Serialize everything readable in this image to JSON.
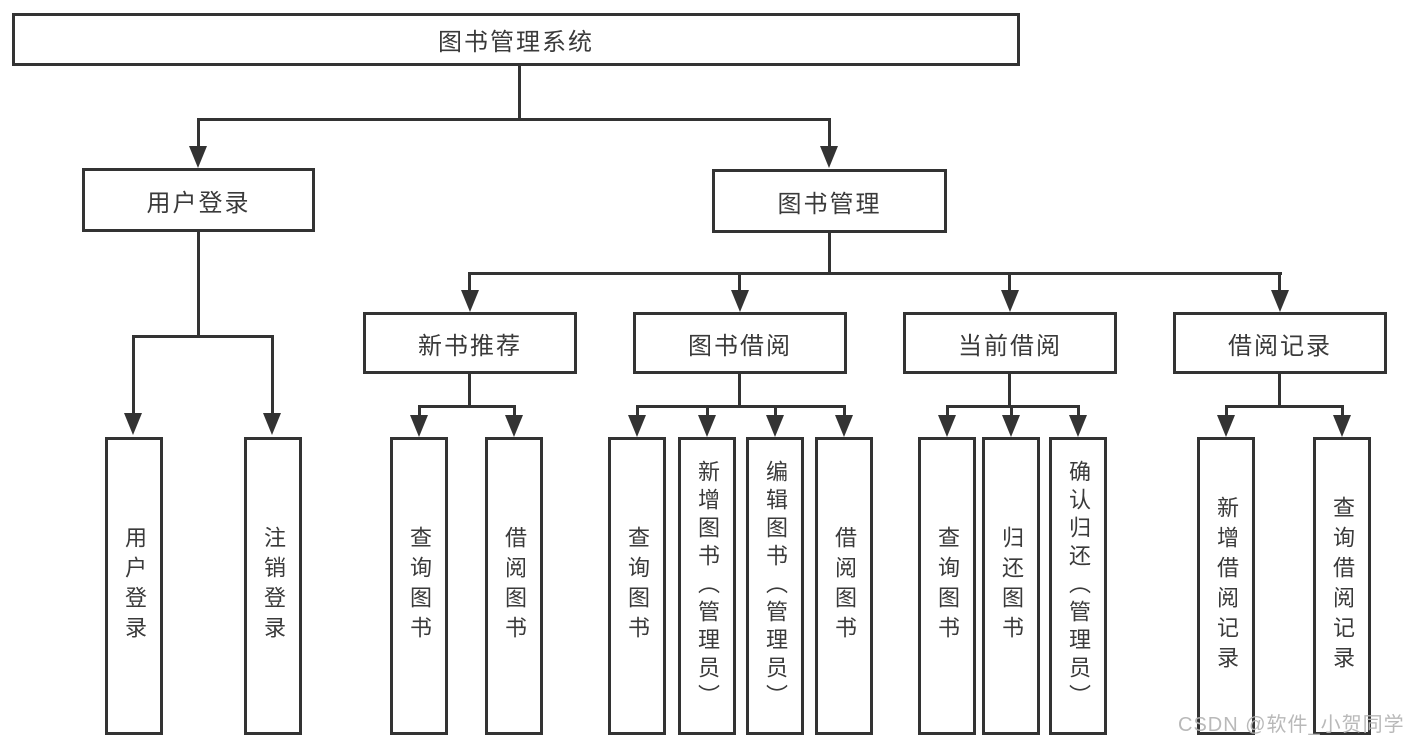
{
  "tree": {
    "root": {
      "label": "图书管理系统"
    },
    "branches": [
      {
        "label": "用户登录",
        "children": [
          {
            "label": "用户登录"
          },
          {
            "label": "注销登录"
          }
        ]
      },
      {
        "label": "图书管理",
        "children": [
          {
            "label": "新书推荐",
            "children": [
              {
                "label": "查询图书"
              },
              {
                "label": "借阅图书"
              }
            ]
          },
          {
            "label": "图书借阅",
            "children": [
              {
                "label": "查询图书"
              },
              {
                "label": "新增图书（管理员）"
              },
              {
                "label": "编辑图书（管理员）"
              },
              {
                "label": "借阅图书"
              }
            ]
          },
          {
            "label": "当前借阅",
            "children": [
              {
                "label": "查询图书"
              },
              {
                "label": "归还图书"
              },
              {
                "label": "确认归还（管理员）"
              }
            ]
          },
          {
            "label": "借阅记录",
            "children": [
              {
                "label": "新增借阅记录"
              },
              {
                "label": "查询借阅记录"
              }
            ]
          }
        ]
      }
    ]
  },
  "watermark": {
    "text": "CSDN @软件_小贺同学"
  },
  "colors": {
    "line": "#333333",
    "text": "#3a3a3a",
    "background": "#ffffff",
    "watermark": "#b5b5b5"
  }
}
